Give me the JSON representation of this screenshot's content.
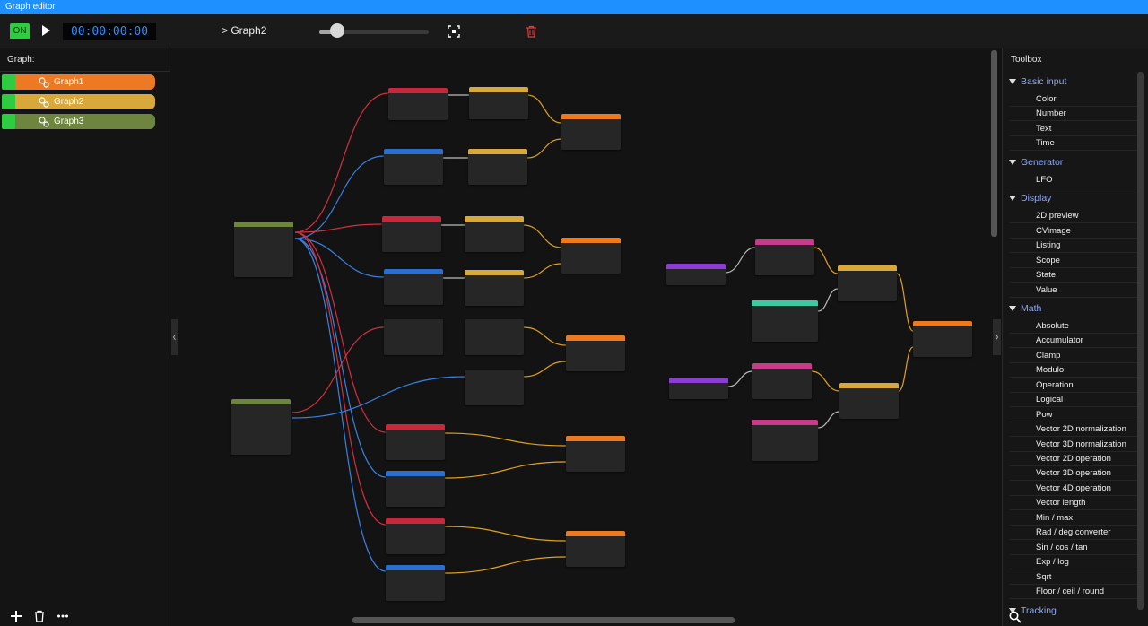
{
  "window": {
    "title": "Graph editor"
  },
  "toolbar": {
    "on_label": "ON",
    "timecode": "00:00:00:00",
    "graph_path": "> Graph2",
    "slider_value": 0.16
  },
  "left_panel": {
    "header": "Graph:",
    "graphs": [
      {
        "label": "Graph1",
        "color": "#ed7a22"
      },
      {
        "label": "Graph2",
        "color": "#d8a83a"
      },
      {
        "label": "Graph3",
        "color": "#6e8540"
      }
    ]
  },
  "toolbox": {
    "title": "Toolbox",
    "categories": [
      {
        "label": "Basic input",
        "items": [
          "Color",
          "Number",
          "Text",
          "Time"
        ]
      },
      {
        "label": "Generator",
        "items": [
          "LFO"
        ]
      },
      {
        "label": "Display",
        "items": [
          "2D preview",
          "CVimage",
          "Listing",
          "Scope",
          "State",
          "Value"
        ]
      },
      {
        "label": "Math",
        "items": [
          "Absolute",
          "Accumulator",
          "Clamp",
          "Modulo",
          "Operation",
          "Logical",
          "Pow",
          "Vector 2D normalization",
          "Vector 3D normalization",
          "Vector 2D operation",
          "Vector 3D operation",
          "Vector 4D operation",
          "Vector length",
          "Min / max",
          "Rad / deg converter",
          "Sin / cos / tan",
          "Exp / log",
          "Sqrt",
          "Floor / ceil / round"
        ]
      },
      {
        "label": "Tracking",
        "items": []
      }
    ]
  },
  "node_colors": {
    "operation_red": "#c8283c",
    "operation_blue": "#2a6fd0",
    "operation_gold": "#d8a83a",
    "output_orange": "#ee7a20",
    "input_green": "#6e8540",
    "lfo_teal": "#3ec8a0",
    "input_purple": "#8a3fd0",
    "lfo_pink": "#c83a8a"
  }
}
